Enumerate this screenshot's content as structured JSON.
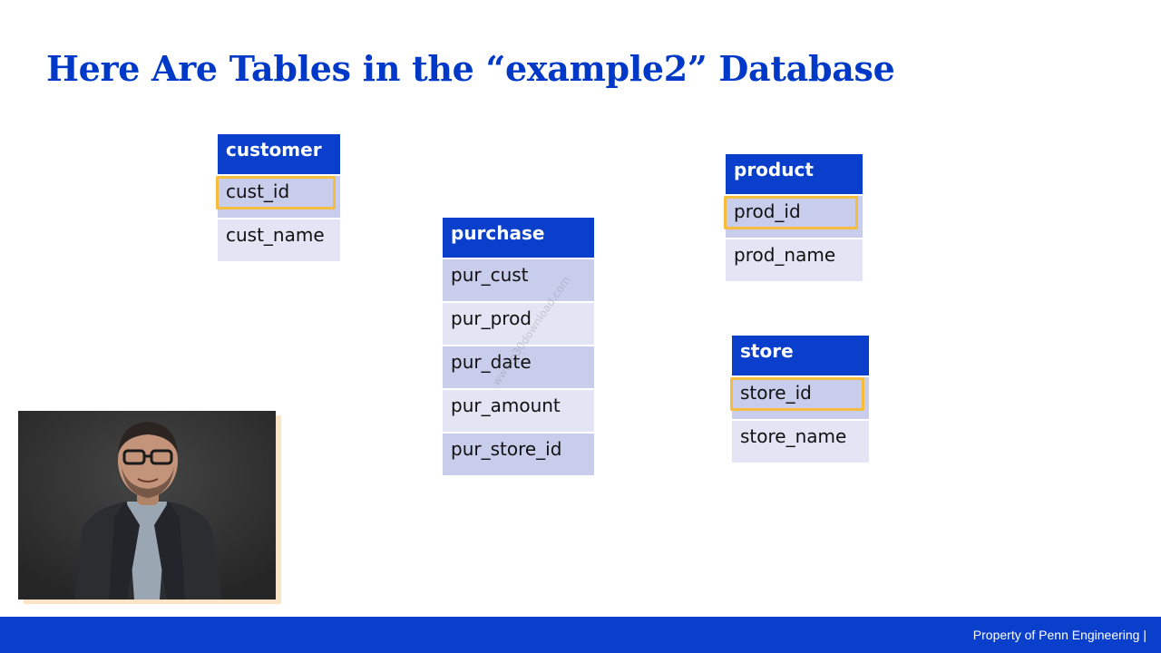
{
  "slide": {
    "title": "Here Are Tables in the “example2” Database"
  },
  "tables": {
    "customer": {
      "name": "customer",
      "fields": [
        "cust_id",
        "cust_name"
      ]
    },
    "purchase": {
      "name": "purchase",
      "fields": [
        "pur_cust",
        "pur_prod",
        "pur_date",
        "pur_amount",
        "pur_store_id"
      ]
    },
    "product": {
      "name": "product",
      "fields": [
        "prod_id",
        "prod_name"
      ]
    },
    "store": {
      "name": "store",
      "fields": [
        "store_id",
        "store_name"
      ]
    }
  },
  "watermark": "www.p30download.com",
  "footer": {
    "text": "Property of Penn Engineering  |"
  },
  "colors": {
    "title": "#0038c8",
    "header": "#0a3fcc",
    "row_dark": "#c9cdec",
    "row_light": "#e3e5f5",
    "key_highlight": "#f5bd3e",
    "footer": "#0a3fcc"
  }
}
